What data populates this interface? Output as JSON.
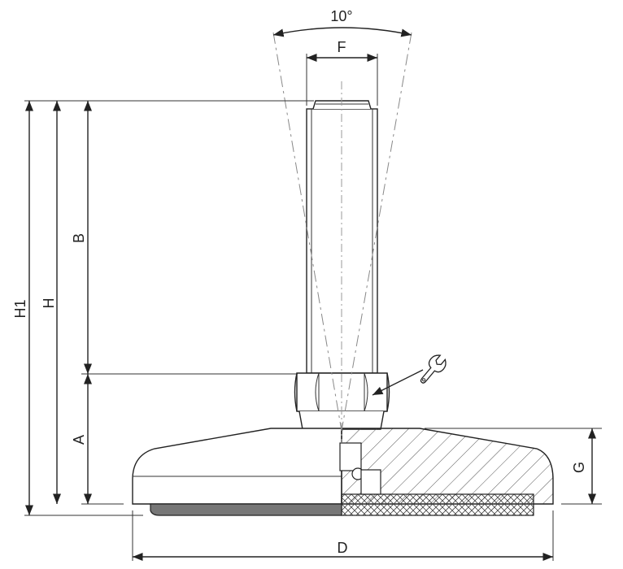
{
  "dimensions": {
    "angle": "10°",
    "F": "F",
    "B": "B",
    "H": "H",
    "H1": "H1",
    "A": "A",
    "G": "G",
    "D": "D"
  },
  "icons": {
    "wrench": "wrench-icon"
  },
  "colors": {
    "line": "#222222",
    "hatch": "#555555",
    "pad": "#777777",
    "background": "#ffffff"
  }
}
